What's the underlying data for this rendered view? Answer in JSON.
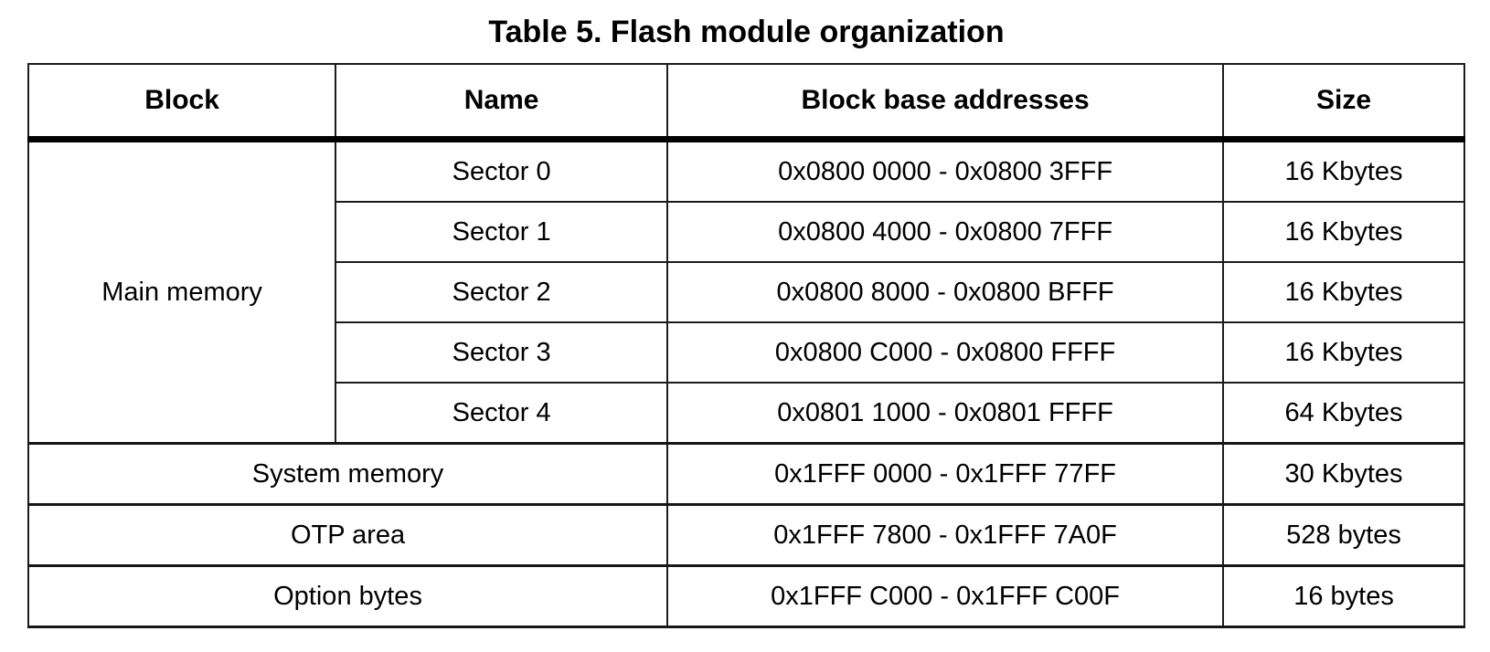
{
  "title": "Table 5. Flash module organization",
  "table": {
    "headers": {
      "block": "Block",
      "name": "Name",
      "address": "Block base addresses",
      "size": "Size"
    },
    "main_memory": {
      "block": "Main memory",
      "rows": [
        {
          "name": "Sector 0",
          "address": "0x0800 0000 - 0x0800 3FFF",
          "size": "16 Kbytes"
        },
        {
          "name": "Sector 1",
          "address": "0x0800 4000 - 0x0800 7FFF",
          "size": "16 Kbytes"
        },
        {
          "name": "Sector 2",
          "address": "0x0800 8000 - 0x0800 BFFF",
          "size": "16 Kbytes"
        },
        {
          "name": "Sector 3",
          "address": "0x0800 C000 - 0x0800 FFFF",
          "size": "16 Kbytes"
        },
        {
          "name": "Sector 4",
          "address": "0x0801 1000 - 0x0801 FFFF",
          "size": "64 Kbytes"
        }
      ]
    },
    "other_rows": [
      {
        "block": "System memory",
        "address": "0x1FFF 0000 - 0x1FFF 77FF",
        "size": "30 Kbytes"
      },
      {
        "block": "OTP area",
        "address": "0x1FFF 7800 - 0x1FFF 7A0F",
        "size": "528 bytes"
      },
      {
        "block": "Option bytes",
        "address": "0x1FFF C000 - 0x1FFF C00F",
        "size": "16 bytes"
      }
    ]
  }
}
